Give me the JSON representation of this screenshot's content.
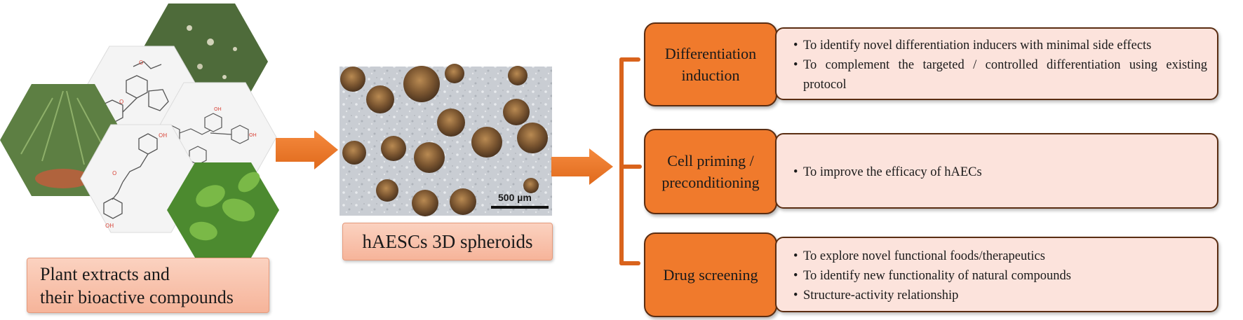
{
  "plant_label": {
    "line1": "Plant extracts and",
    "line2": "their bioactive compounds"
  },
  "spheroid_label": "hAESCs 3D spheroids",
  "scale_bar": "500 µm",
  "categories": [
    {
      "title_lines": [
        "Differentiation",
        "induction"
      ],
      "items": [
        "To identify novel differentiation inducers with minimal side effects",
        "To complement the targeted / controlled differentiation using existing protocol"
      ]
    },
    {
      "title_lines": [
        "Cell priming /",
        "preconditioning"
      ],
      "items": [
        "To improve the efficacy of hAECs"
      ]
    },
    {
      "title_lines": [
        "Drug screening"
      ],
      "items": [
        "To explore novel functional foods/therapeutics",
        "To identify new functionality of natural compounds",
        "Structure-activity relationship"
      ]
    }
  ],
  "colors": {
    "accent": "#f07a2c",
    "label_fill": "#f6b49a",
    "desc_fill": "#fce3dc",
    "border": "#5a2d12"
  }
}
